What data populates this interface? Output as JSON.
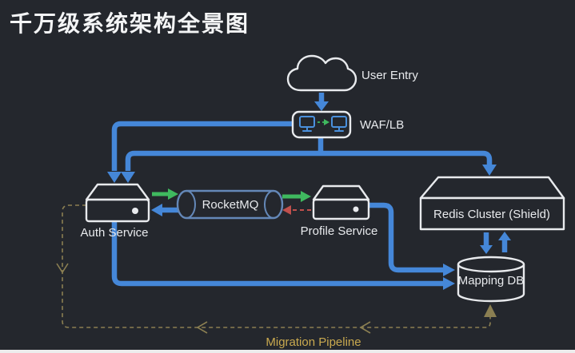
{
  "title": "千万级系统架构全景图",
  "colors": {
    "background": "#24272d",
    "node_stroke": "#e8eaed",
    "label_text": "#e8eaed",
    "arrow_blue": "#4587d8",
    "arrow_green": "#3fb95f",
    "arrow_red": "#c0504d",
    "pipeline_olive": "#8b7f52",
    "pipeline_label": "#c9a94f",
    "mq_stroke": "#6488b8",
    "monitor_blue": "#4a90dd",
    "bottom_strip": "#ededed"
  },
  "nodes": {
    "user_entry": {
      "label": "User Entry"
    },
    "waf_lb": {
      "label": "WAF/LB"
    },
    "auth_service": {
      "label": "Auth Service"
    },
    "rocketmq": {
      "label": "RocketMQ"
    },
    "profile_service": {
      "label": "Profile Service"
    },
    "redis_cluster": {
      "label": "Redis Cluster (Shield)"
    },
    "mapping_db": {
      "label": "Mapping DB"
    }
  },
  "flows": {
    "migration_pipeline": {
      "label": "Migration Pipeline"
    }
  }
}
